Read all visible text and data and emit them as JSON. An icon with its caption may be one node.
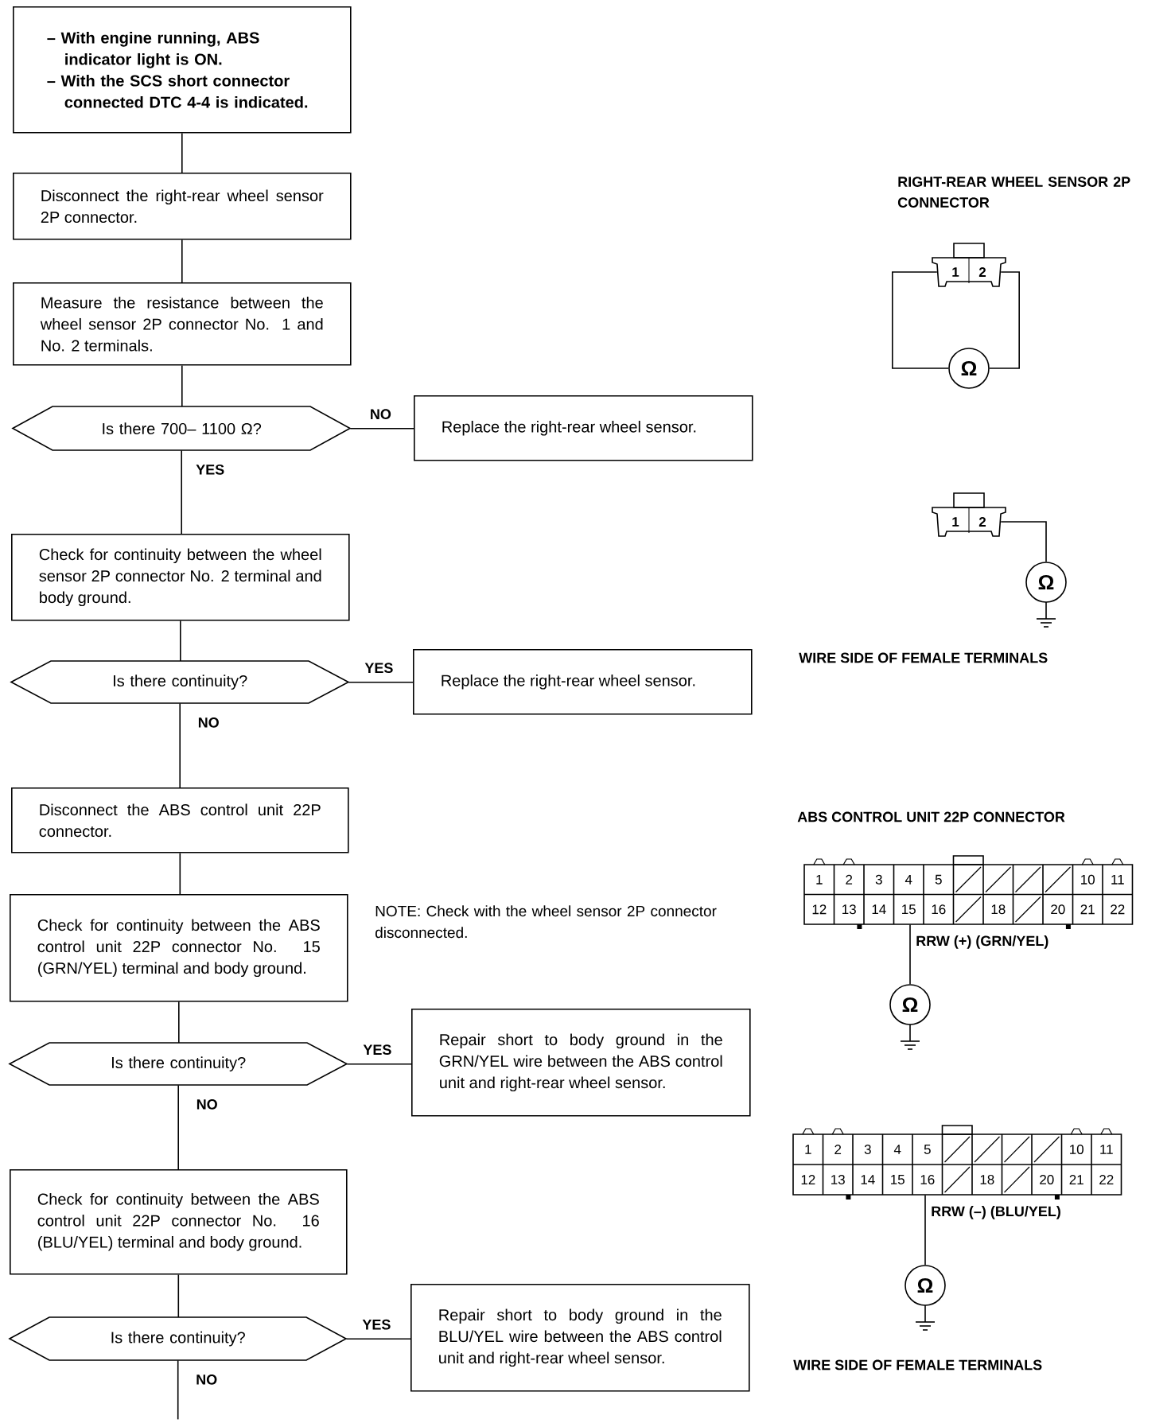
{
  "diagram": {
    "nodes": [
      {
        "text": [
          "– With engine running, ABS indicator light is ON.",
          "– With the SCS short connector connected DTC 4-4 is indicated."
        ]
      },
      {
        "text": [
          "Disconnect the right-rear wheel sensor 2P connector."
        ]
      },
      {
        "text": [
          "Measure the resistance between the wheel sensor 2P connector No. 1 and No. 2 terminals."
        ]
      },
      {
        "text": [
          "Is there 700– 1100 Ω?"
        ]
      },
      {
        "text": [
          "Replace the right-rear wheel sensor."
        ]
      },
      {
        "text": [
          "Check for continuity between the wheel sensor 2P connector No. 2 terminal and body ground."
        ]
      },
      {
        "text": [
          "Is there continuity?"
        ]
      },
      {
        "text": [
          "Replace the right-rear wheel sensor."
        ]
      },
      {
        "text": [
          "Disconnect the ABS control unit 22P connector."
        ]
      },
      {
        "text": [
          "Check for continuity between the ABS control unit 22P connector No. 15 (GRN/YEL) terminal and body ground."
        ]
      },
      {
        "text": [
          "Is there continuity?"
        ]
      },
      {
        "text": [
          "Repair short to body ground in the GRN/YEL wire between the ABS control unit and right-rear wheel sensor."
        ]
      },
      {
        "text": [
          "Check for continuity between the ABS control unit 22P connector No. 16 (BLU/YEL) terminal and body ground."
        ]
      },
      {
        "text": [
          "Is there continuity?"
        ]
      },
      {
        "text": [
          "Repair short to body ground in the BLU/YEL wire between the ABS control unit and right-rear wheel sensor."
        ]
      },
      {
        "text": [
          "1",
          "2"
        ]
      },
      {
        "text": [
          "Ω"
        ]
      },
      {
        "text": [
          "1",
          "2"
        ]
      },
      {
        "text": [
          "Ω"
        ]
      },
      {
        "text": [
          "1",
          "2",
          "3",
          "4",
          "5",
          "10",
          "11",
          "12",
          "13",
          "14",
          "15",
          "16",
          "18",
          "20",
          "21",
          "22"
        ]
      },
      {
        "text": [
          "Ω"
        ]
      },
      {
        "text": [
          "1",
          "2",
          "3",
          "4",
          "5",
          "10",
          "11",
          "12",
          "13",
          "14",
          "15",
          "16",
          "18",
          "20",
          "21",
          "22"
        ]
      },
      {
        "text": [
          "Ω"
        ]
      }
    ],
    "edges": [
      {
        "from": 0,
        "to": 1,
        "arrow": "none"
      },
      {
        "from": 1,
        "to": 2,
        "arrow": "none"
      },
      {
        "from": 2,
        "to": 3,
        "arrow": "none"
      },
      {
        "from": 3,
        "to": 4,
        "arrow": "none",
        "label": "NO"
      },
      {
        "from": 3,
        "to": 5,
        "arrow": "none",
        "label": "YES"
      },
      {
        "from": 5,
        "to": 6,
        "arrow": "none"
      },
      {
        "from": 6,
        "to": 7,
        "arrow": "none",
        "label": "YES"
      },
      {
        "from": 6,
        "to": 8,
        "arrow": "none",
        "label": "NO"
      },
      {
        "from": 8,
        "to": 9,
        "arrow": "none"
      },
      {
        "from": 9,
        "to": 10,
        "arrow": "none"
      },
      {
        "from": 10,
        "to": 11,
        "arrow": "none",
        "label": "YES"
      },
      {
        "from": 10,
        "to": 12,
        "arrow": "none",
        "label": "NO"
      },
      {
        "from": 12,
        "to": 13,
        "arrow": "none"
      },
      {
        "from": 13,
        "to": 14,
        "arrow": "none",
        "label": "YES"
      },
      {
        "from": 13,
        "to": null,
        "arrow": "none",
        "label": "NO"
      },
      {
        "from": 15,
        "to": 16,
        "arrow": "none"
      },
      {
        "from": 15,
        "to": 16,
        "arrow": "none"
      },
      {
        "from": 17,
        "to": 18,
        "arrow": "none"
      },
      {
        "from": 19,
        "to": 20,
        "arrow": "none",
        "label": "RRW (+) (GRN/YEL)"
      },
      {
        "from": 21,
        "to": 22,
        "arrow": "none",
        "label": "RRW (–) (BLU/YEL)"
      }
    ],
    "labels": [
      "RIGHT-REAR WHEEL SENSOR 2P CONNECTOR",
      "WIRE SIDE OF FEMALE TERMINALS",
      "ABS CONTROL UNIT 22P CONNECTOR",
      "NOTE: Check with the wheel sensor 2P connector disconnected.",
      "WIRE SIDE OF FEMALE TERMINALS"
    ]
  }
}
